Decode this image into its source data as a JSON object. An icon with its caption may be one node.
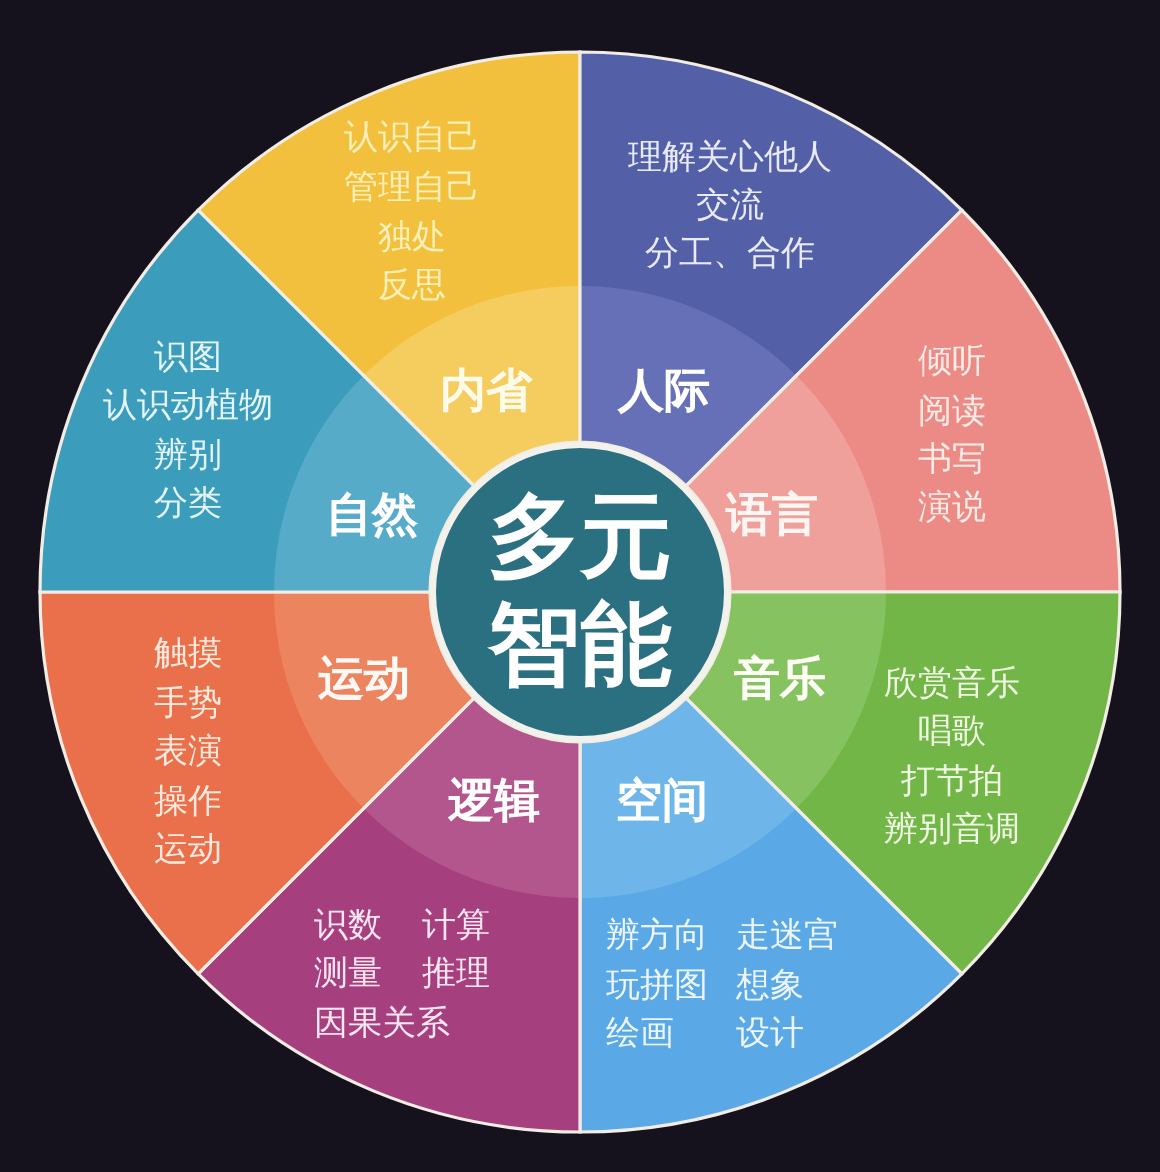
{
  "diagram": {
    "nodes": [
      {
        "text": [
          "多元智能"
        ]
      },
      {
        "text": [
          "认识自己",
          "管理自己",
          "独处",
          "反思",
          "内省"
        ]
      },
      {
        "text": [
          "理解关心他人",
          "交流",
          "分工、合作",
          "人际"
        ]
      },
      {
        "text": [
          "语言",
          "倾听",
          "阅读",
          "书写",
          "演说"
        ]
      },
      {
        "text": [
          "音乐",
          "欣赏音乐",
          "唱歌",
          "打节拍",
          "辨别音调"
        ]
      },
      {
        "text": [
          "空间",
          "辨方向",
          "走迷宫",
          "玩拼图",
          "想象",
          "绘画",
          "设计"
        ]
      },
      {
        "text": [
          "逻辑",
          "识数",
          "计算",
          "测量",
          "推理",
          "因果关系"
        ]
      },
      {
        "text": [
          "触摸",
          "手势",
          "表演",
          "操作",
          "运动",
          "运动"
        ]
      },
      {
        "text": [
          "识图",
          "认识动植物",
          "辨别",
          "分类",
          "自然"
        ]
      }
    ]
  }
}
